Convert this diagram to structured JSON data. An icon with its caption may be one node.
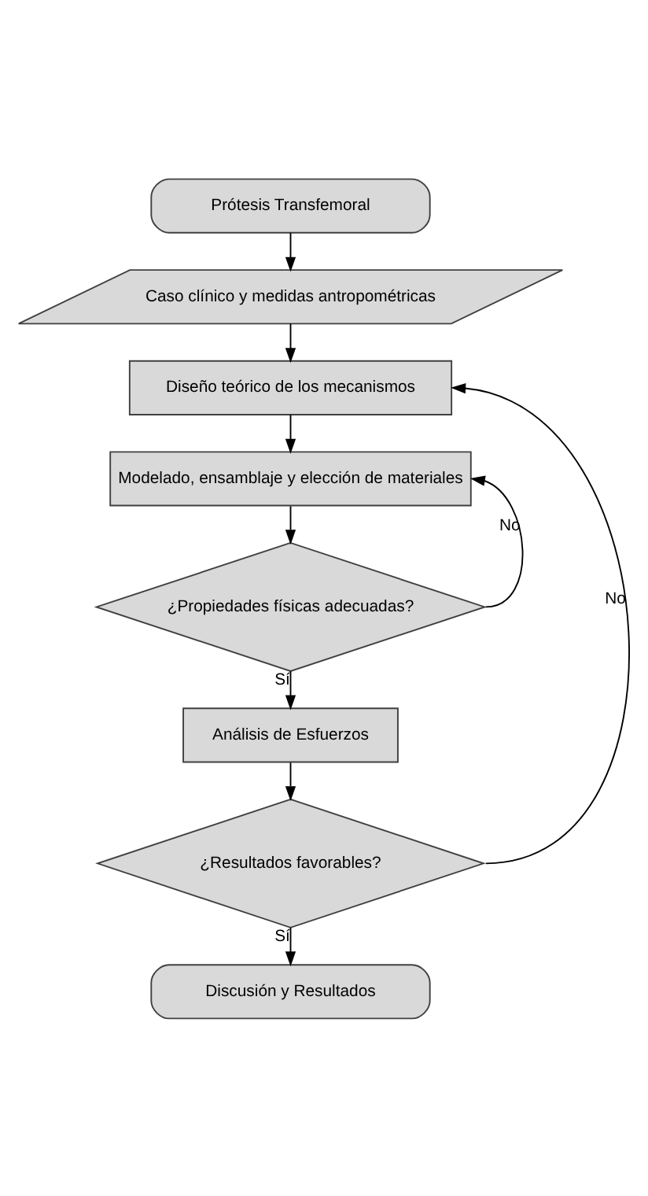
{
  "diagram": {
    "nodes": [
      {
        "text": [
          "Prótesis Transfemoral"
        ]
      },
      {
        "text": [
          "Caso clínico y medidas antropométricas"
        ]
      },
      {
        "text": [
          "Diseño teórico de los mecanismos"
        ]
      },
      {
        "text": [
          "Modelado, ensamblaje y elección de materiales"
        ]
      },
      {
        "text": [
          "¿Propiedades físicas adecuadas?"
        ]
      },
      {
        "text": [
          "Análisis de Esfuerzos"
        ]
      },
      {
        "text": [
          "¿Resultados favorables?"
        ]
      },
      {
        "text": [
          "Discusión y Resultados"
        ]
      }
    ],
    "edges": [
      {
        "from": 0,
        "to": 1,
        "arrow": "to"
      },
      {
        "from": 1,
        "to": 2,
        "arrow": "to"
      },
      {
        "from": 2,
        "to": 3,
        "arrow": "to"
      },
      {
        "from": 3,
        "to": 4,
        "arrow": "to"
      },
      {
        "from": 4,
        "to": 5,
        "arrow": "to",
        "label": "Sí"
      },
      {
        "from": 4,
        "to": 3,
        "arrow": "to",
        "label": "No"
      },
      {
        "from": 5,
        "to": 6,
        "arrow": "to"
      },
      {
        "from": 6,
        "to": 7,
        "arrow": "to",
        "label": "Sí"
      },
      {
        "from": 6,
        "to": 2,
        "arrow": "to",
        "label": "No"
      }
    ]
  }
}
